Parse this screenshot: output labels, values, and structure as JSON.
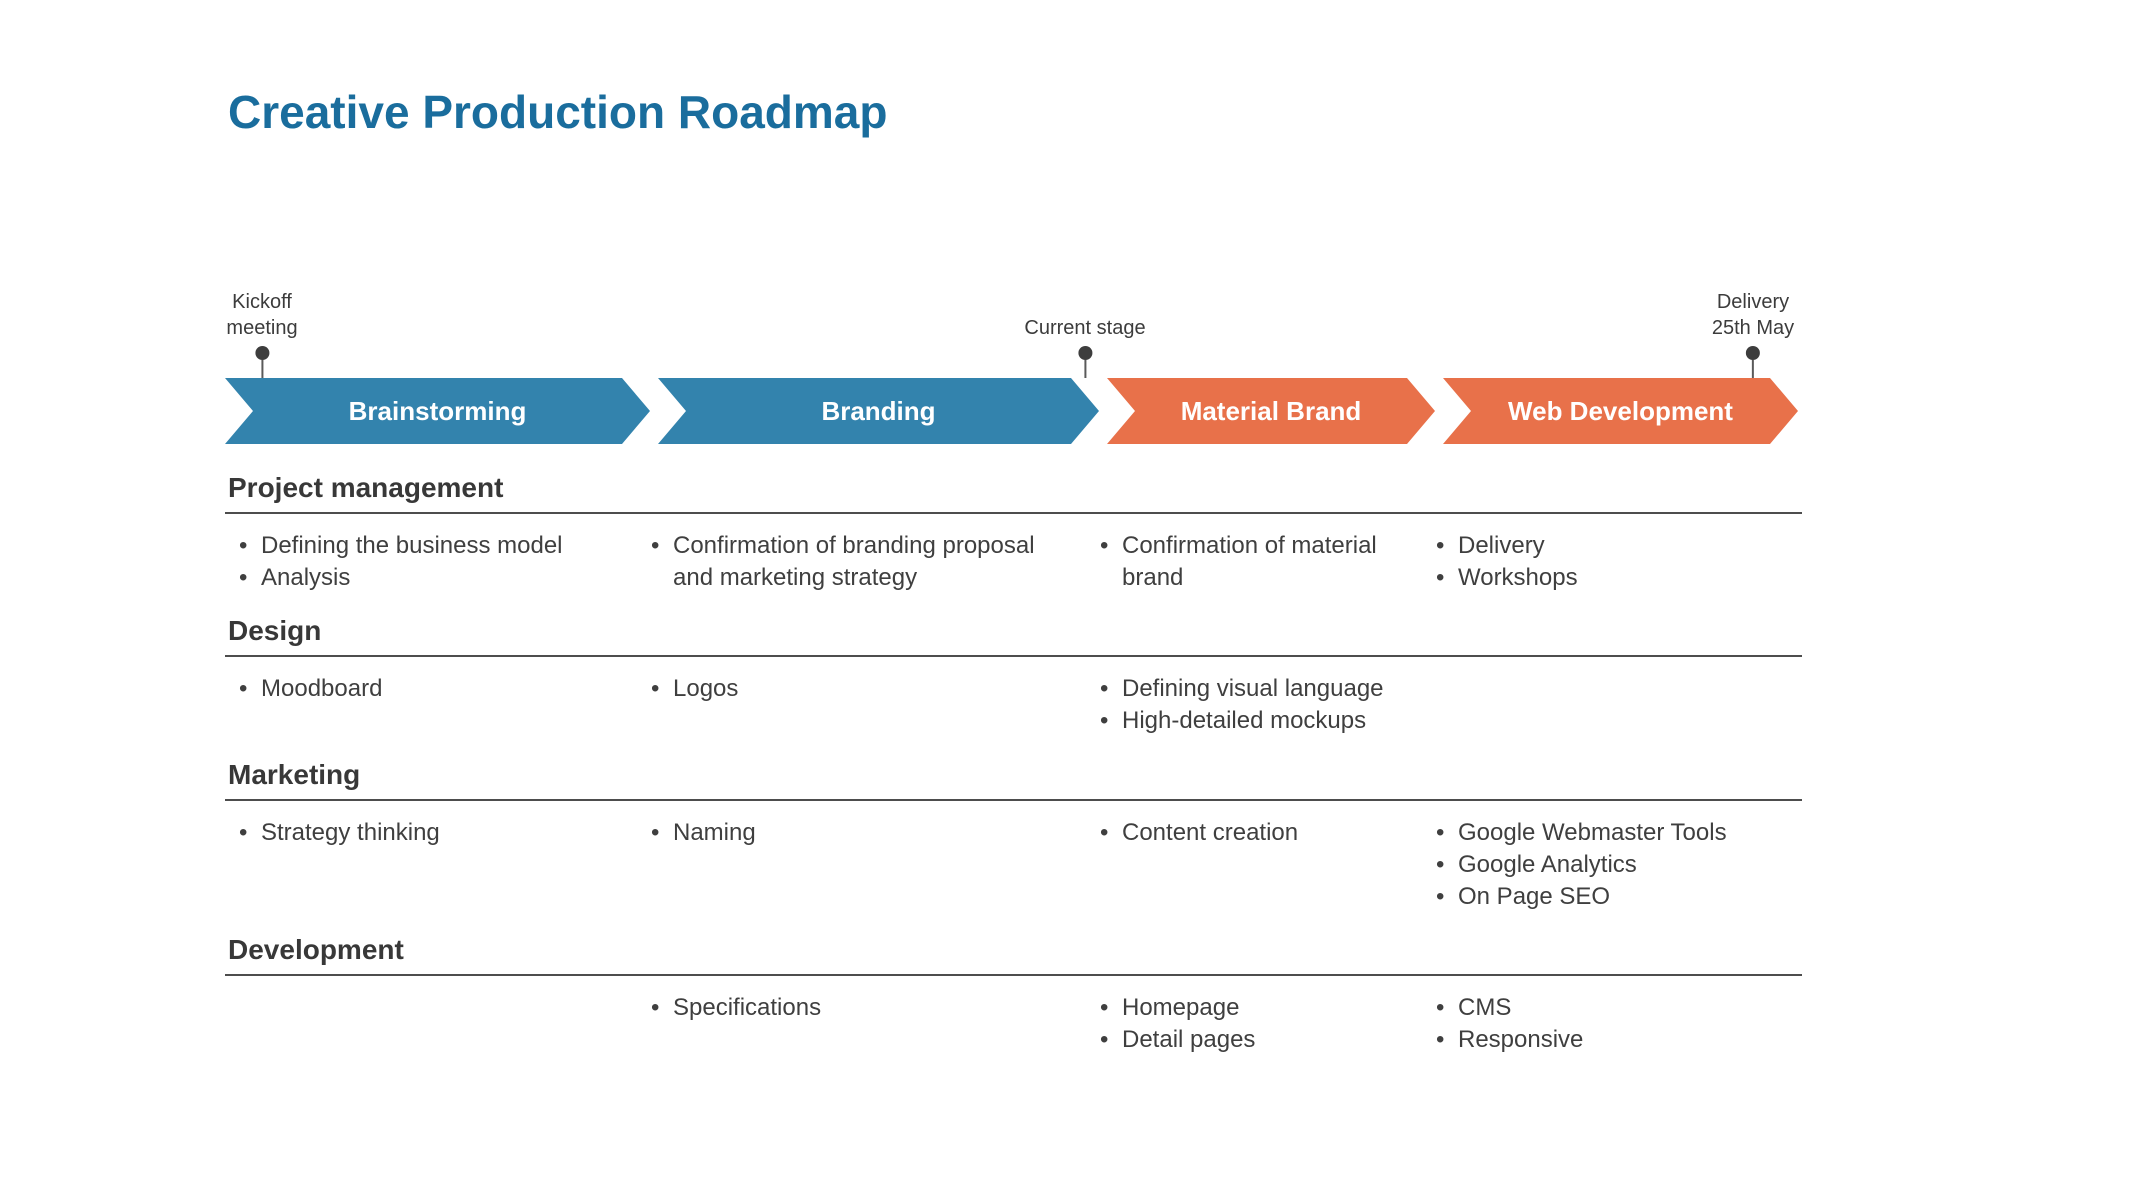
{
  "title": "Creative Production Roadmap",
  "colors": {
    "title_blue": "#1a6d9d",
    "stage_blue": "#3383ad",
    "stage_orange": "#e8714a",
    "text": "#3f3f3f",
    "rule": "#4d4d4d"
  },
  "milestones": [
    {
      "id": "kickoff-meeting",
      "lines": [
        "Kickoff",
        "meeting"
      ]
    },
    {
      "id": "current-stage",
      "lines": [
        "Current stage"
      ]
    },
    {
      "id": "delivery",
      "lines": [
        "Delivery",
        "25th May"
      ]
    }
  ],
  "stages": [
    {
      "label": "Brainstorming",
      "color": "#3383ad"
    },
    {
      "label": "Branding",
      "color": "#3383ad"
    },
    {
      "label": "Material Brand",
      "color": "#e8714a"
    },
    {
      "label": "Web Development",
      "color": "#e8714a"
    }
  ],
  "sections": [
    {
      "title": "Project management",
      "columns": [
        [
          "Defining the business model",
          "Analysis"
        ],
        [
          "Confirmation of branding proposal and marketing strategy"
        ],
        [
          "Confirmation of material brand"
        ],
        [
          "Delivery",
          "Workshops"
        ]
      ]
    },
    {
      "title": "Design",
      "columns": [
        [
          "Moodboard"
        ],
        [
          "Logos"
        ],
        [
          "Defining visual language",
          "High-detailed mockups"
        ],
        []
      ]
    },
    {
      "title": "Marketing",
      "columns": [
        [
          "Strategy thinking"
        ],
        [
          "Naming"
        ],
        [
          "Content creation"
        ],
        [
          "Google Webmaster Tools",
          "Google Analytics",
          "On Page SEO"
        ]
      ]
    },
    {
      "title": "Development",
      "columns": [
        [],
        [
          "Specifications"
        ],
        [
          "Homepage",
          "Detail pages"
        ],
        [
          "CMS",
          "Responsive"
        ]
      ]
    }
  ]
}
